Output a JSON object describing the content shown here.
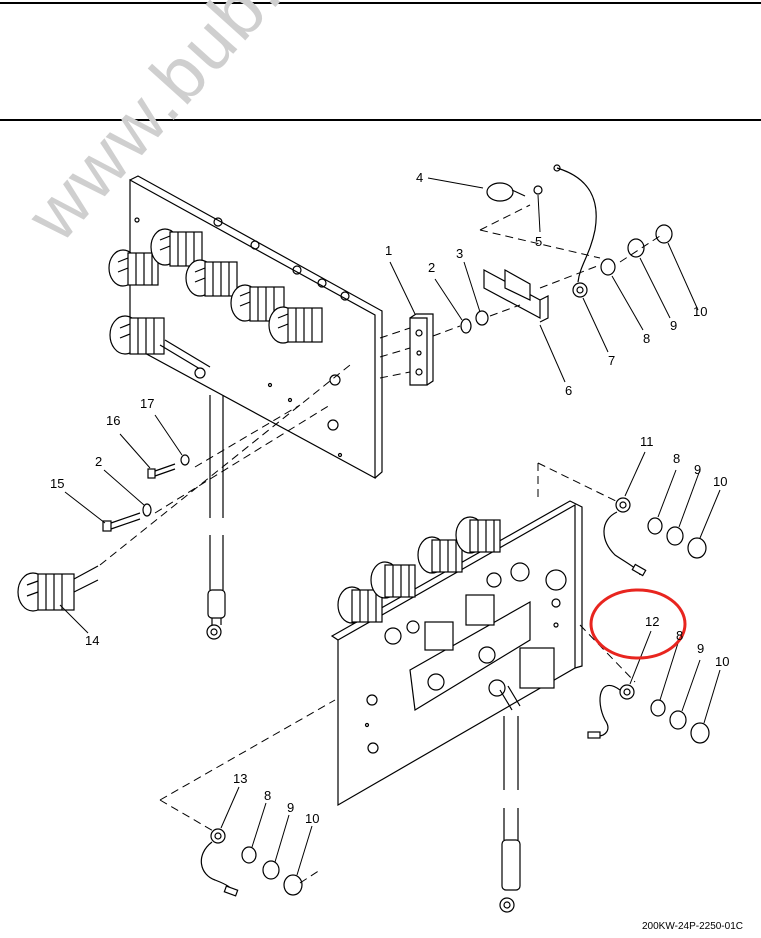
{
  "watermark": "www.bub.com",
  "drawing_code": "200KW-24P-2250-01C",
  "callouts": {
    "c1": "1",
    "c2a": "2",
    "c3": "3",
    "c4": "4",
    "c5": "5",
    "c6": "6",
    "c7": "7",
    "c8a": "8",
    "c9a": "9",
    "c10a": "10",
    "c11": "11",
    "c8b": "8",
    "c9b": "9",
    "c10b": "10",
    "c12": "12",
    "c8c": "8",
    "c9c": "9",
    "c10c": "10",
    "c13": "13",
    "c8d": "8",
    "c9d": "9",
    "c10d": "10",
    "c14": "14",
    "c15": "15",
    "c2b": "2",
    "c16": "16",
    "c17": "17"
  },
  "highlight_color": "#e8251f"
}
